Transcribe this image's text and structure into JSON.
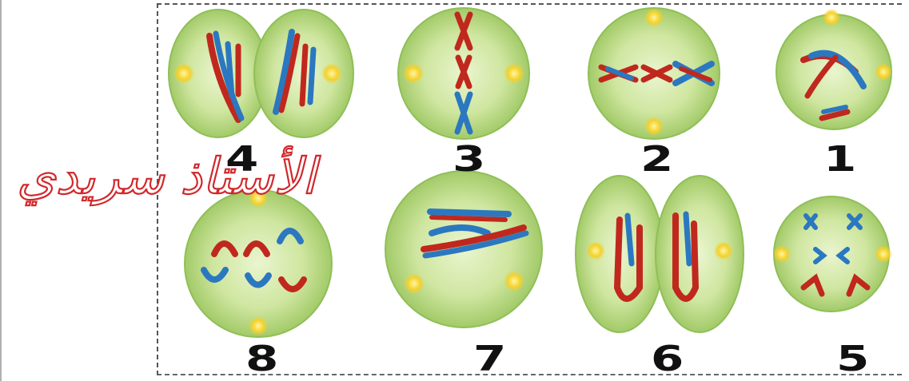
{
  "stages": [
    {
      "number": "1",
      "phase": "prophase"
    },
    {
      "number": "2",
      "phase": "metaphase"
    },
    {
      "number": "3",
      "phase": "metaphase"
    },
    {
      "number": "4",
      "phase": "telophase"
    },
    {
      "number": "5",
      "phase": "anaphase"
    },
    {
      "number": "6",
      "phase": "telophase"
    },
    {
      "number": "7",
      "phase": "prophase"
    },
    {
      "number": "8",
      "phase": "anaphase"
    }
  ],
  "watermark": "الأستاذ سريدي",
  "colors": {
    "cell_fill": "#c9e29a",
    "cell_edge": "#8fbf58",
    "chromosome_red": "#c0281e",
    "chromosome_blue": "#2b78c0",
    "centrosome": "#f4d12c",
    "watermark": "#d1282c"
  }
}
